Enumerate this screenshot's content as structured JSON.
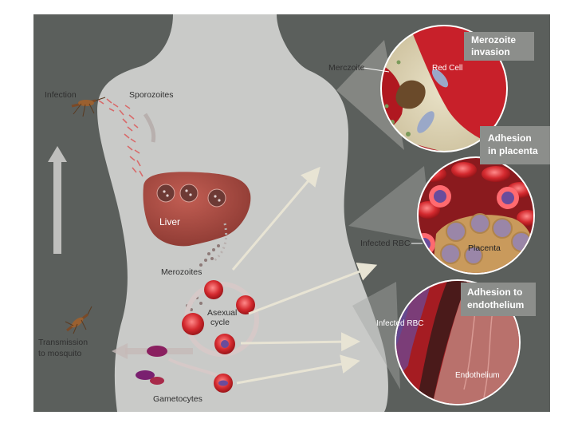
{
  "labels": {
    "infection": "Infection",
    "sporozoites": "Sporozoites",
    "liver": "Liver",
    "merozoites": "Merozoites",
    "asexual_cycle_line1": "Asexual",
    "asexual_cycle_line2": "cycle",
    "transmission_line1": "Transmission",
    "transmission_line2": "to mosquito",
    "gametocytes": "Gametocytes"
  },
  "insets": {
    "merozoite_invasion": {
      "title_line1": "Merozoite",
      "title_line2": "invasion",
      "label_merozoite": "Merczoite",
      "label_red_cell": "Red Cell"
    },
    "adhesion_placenta": {
      "title_line1": "Adhesion",
      "title_line2": "in placenta",
      "label_infected_rbc": "Infected RBC",
      "label_placenta": "Placenta"
    },
    "adhesion_endothelium": {
      "title_line1": "Adhesion to",
      "title_line2": "endothelium",
      "label_infected_rbc": "Infected RBC",
      "label_endothelium": "Endothelium"
    }
  },
  "colors": {
    "background": "#5b5f5c",
    "body_silhouette": "#c9cac8",
    "liver": "#a8483f",
    "red_cell": "#c8202a",
    "parasite": "#6a4c9c",
    "placenta": "#c99a5c",
    "label_box": "#8c8e8b"
  }
}
